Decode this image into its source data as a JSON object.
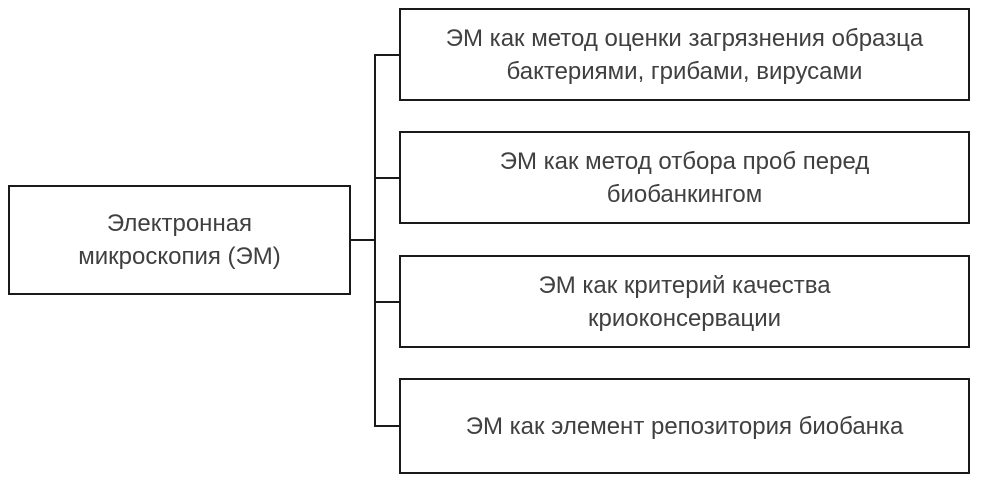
{
  "diagram": {
    "root": {
      "label": "Электронная\nмикроскопия (ЭМ)"
    },
    "children": [
      {
        "label": "ЭМ как метод оценки загрязнения образца\nбактериями, грибами, вирусами"
      },
      {
        "label": "ЭМ как метод отбора проб перед\nбиобанкингом"
      },
      {
        "label": "ЭМ как критерий качества\nкриоконсервации"
      },
      {
        "label": "ЭМ как элемент репозитория биобанка"
      }
    ],
    "colors": {
      "border": "#1a1a1a",
      "text": "#404040",
      "connector": "#1a1a1a",
      "background": "#ffffff"
    }
  }
}
